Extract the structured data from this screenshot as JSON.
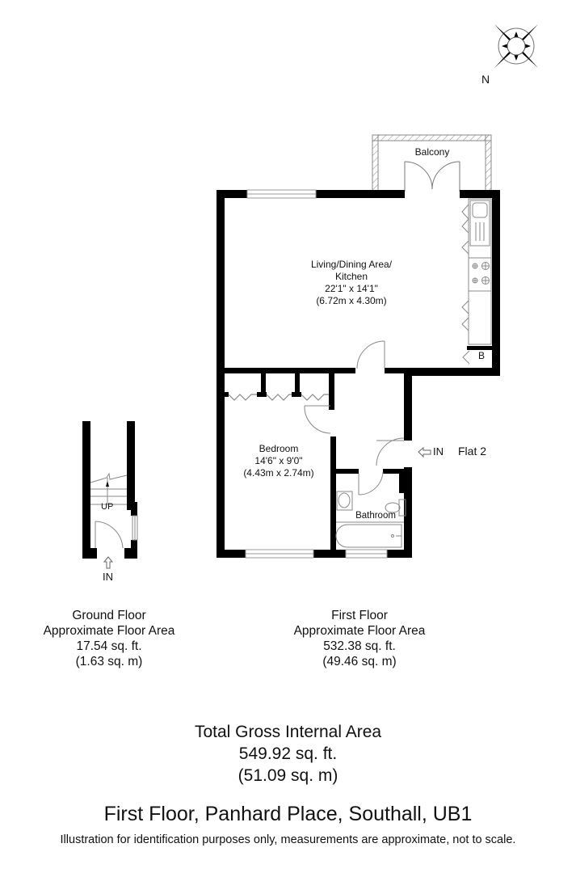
{
  "compass": {
    "label": "N",
    "icon": "compass-rose-icon"
  },
  "first_floor": {
    "rooms": [
      {
        "name": "Balcony"
      },
      {
        "name": "Living/Dining Area/",
        "name2": "Kitchen",
        "imperial": "22'1\" x 14'1\"",
        "metric": "(6.72m x 4.30m)"
      },
      {
        "name": "Bedroom",
        "imperial": "14'6\" x 9'0\"",
        "metric": "(4.43m x 2.74m)"
      },
      {
        "name": "Bathroom"
      },
      {
        "name": "B"
      }
    ],
    "entrance_label": "IN",
    "flat_label": "Flat 2"
  },
  "ground_floor": {
    "stairs_label": "UP",
    "entrance_label": "IN"
  },
  "areas": {
    "ground": {
      "title": "Ground Floor",
      "subtitle": "Approximate Floor Area",
      "sqft": "17.54 sq. ft.",
      "sqm": "(1.63 sq. m)"
    },
    "first": {
      "title": "First Floor",
      "subtitle": "Approximate Floor Area",
      "sqft": "532.38 sq. ft.",
      "sqm": "(49.46 sq. m)"
    }
  },
  "total": {
    "title": "Total Gross Internal Area",
    "sqft": "549.92 sq. ft.",
    "sqm": "(51.09 sq. m)"
  },
  "address": "First Floor, Panhard Place, Southall, UB1",
  "disclaimer": "Illustration for identification purposes only, measurements are approximate, not to scale."
}
